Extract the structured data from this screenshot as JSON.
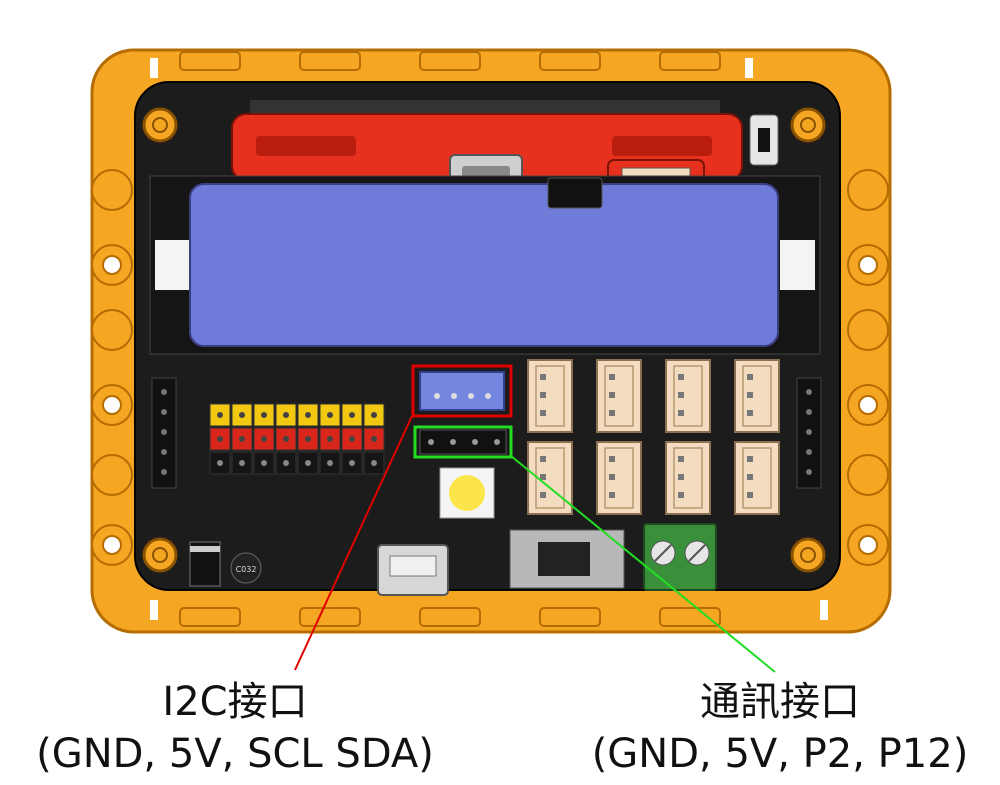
{
  "annotations": {
    "i2c": {
      "title": "I2C接口",
      "pins": "(GND, 5V, SCL SDA)",
      "line_color": "#e00000"
    },
    "comm": {
      "title": "通訊接口",
      "pins": "(GND, 5V, P2, P12)",
      "line_color": "#22dd22"
    }
  },
  "colors": {
    "frame": "#f5a623",
    "pcb": "#1c1c1c",
    "battery": "#6f7bd8",
    "microbit_slot": "#e8301e",
    "servo_pin_yellow": "#f2c811",
    "servo_pin_red": "#d9261b",
    "servo_pin_black": "#151515",
    "connector_cream": "#f3dcbf",
    "terminal_green": "#3a8f3a"
  },
  "chip_marking": "C032"
}
